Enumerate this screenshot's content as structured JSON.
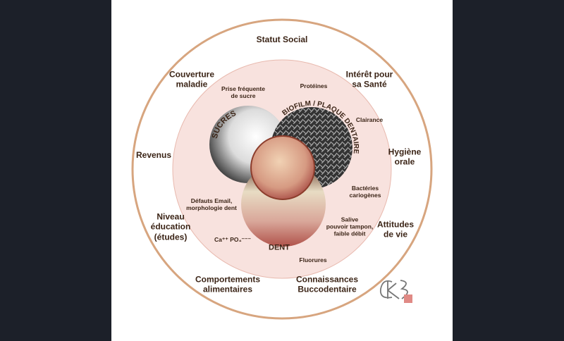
{
  "outer_ring": {
    "top": "Statut Social",
    "items": [
      "Couverture\nmaladie",
      "Intérêt pour\nsa Santé",
      "Revenus",
      "Hygiène\norale",
      "Niveau\néducation\n(études)",
      "Attitudes\nde vie",
      "Comportements\nalimentaires",
      "Connaissances\nBuccodentaire"
    ]
  },
  "inner_ring": {
    "items": [
      "Protéines",
      "Prise fréquente\nde sucre",
      "Clairance",
      "Bactéries\ncariogènes",
      "Défauts Email,\nmorphologie dent",
      "Salive\npouvoir tampon,\nfaible débit",
      "Ca⁺⁺ PO₄⁻⁻⁻",
      "Fluorures"
    ]
  },
  "circles": {
    "sucres": "SUCRES",
    "biofilm": "BIOFILM / PLAQUE DENTAIRE",
    "dent": "DENT"
  },
  "signature": "KB",
  "colors": {
    "background": "#1c2029",
    "ring": "#d7a57f",
    "inner": "#f8e2de",
    "text": "#3b2416"
  }
}
